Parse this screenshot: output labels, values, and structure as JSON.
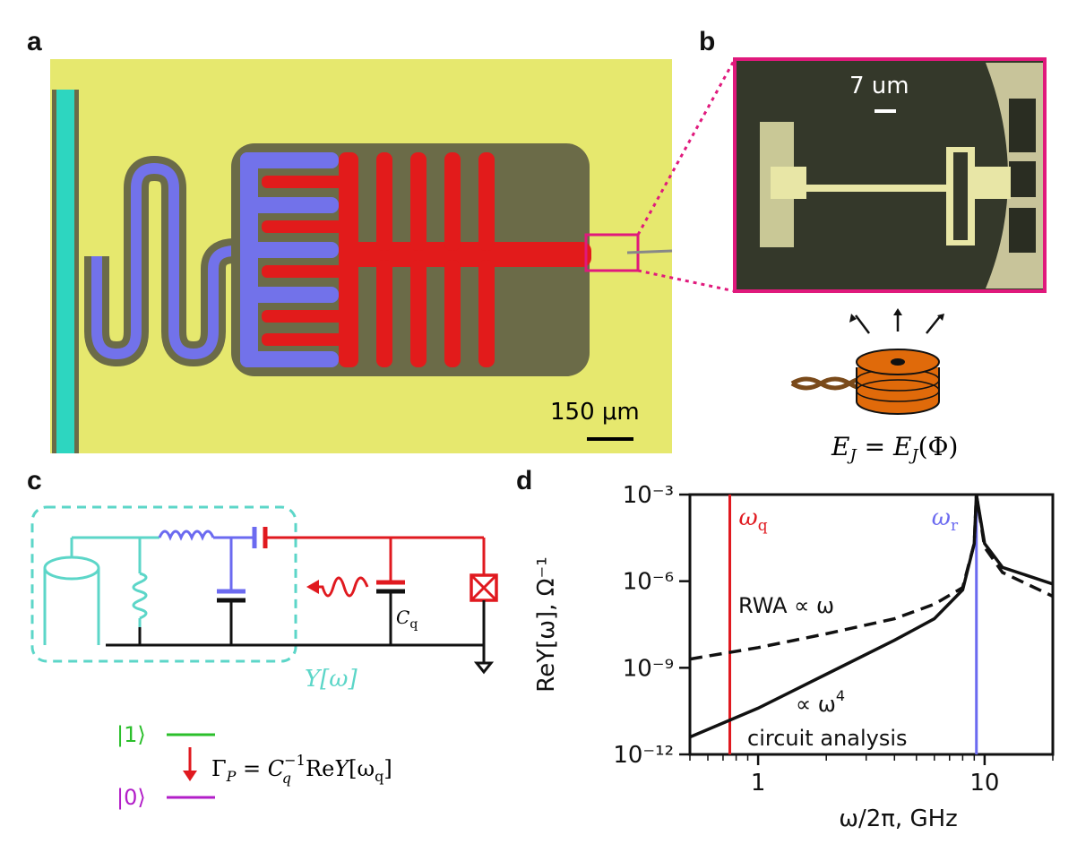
{
  "panels": {
    "a": {
      "letter": "a",
      "scale_bar": "150 μm"
    },
    "b": {
      "letter": "b",
      "scale_bar": "7 um",
      "flux_equation": "E_J = E_J(Φ)",
      "flux_lhs": "E",
      "flux_lhs_sub": "J",
      "flux_eq": " = ",
      "flux_rhs": "E",
      "flux_rhs_sub": "J",
      "flux_arg": "(Φ)"
    },
    "c": {
      "letter": "c",
      "admittance_label": "Y[ω]",
      "capacitor_label": "C",
      "capacitor_sub": "q",
      "state_excited": "|1⟩",
      "state_ground": "|0⟩",
      "rate_equation": "Γ_P = C_q^{-1} ReY[ω_q]",
      "rate_lhs": "Γ",
      "rate_lhs_sub": "P",
      "rate_eq": " = ",
      "rate_c": "C",
      "rate_c_sub": "q",
      "rate_c_sup": "−1",
      "rate_re": "Re",
      "rate_y": "Y",
      "rate_bracket_open": "[ω",
      "rate_bracket_sub": "q",
      "rate_bracket_close": "]"
    },
    "d": {
      "letter": "d"
    }
  },
  "colors": {
    "qubit_red": "#e0191f",
    "resonator_blue": "#6b6af0",
    "feedline_teal": "#5cd6c8",
    "highlight_magenta": "#e0197c",
    "state1_green": "#2bbf2b",
    "state0_purple": "#b21ec8"
  },
  "chart_data": {
    "type": "line",
    "xlabel": "ω/2π, GHz",
    "ylabel": "ReY[ω], Ω⁻¹",
    "xscale": "log",
    "yscale": "log",
    "xlim": [
      0.5,
      20
    ],
    "ylim": [
      1e-12,
      0.001
    ],
    "x_ticks": [
      "1",
      "10"
    ],
    "y_ticks": [
      "10⁻¹²",
      "10⁻⁹",
      "10⁻⁶",
      "10⁻³"
    ],
    "series": [
      {
        "name": "circuit analysis",
        "style": "solid",
        "x": [
          0.5,
          1,
          2,
          4,
          6,
          8,
          9,
          9.2,
          10,
          12,
          20
        ],
        "y": [
          4e-12,
          4e-11,
          6e-10,
          9e-09,
          5e-08,
          5e-07,
          2e-05,
          0.001,
          2e-05,
          3e-06,
          8e-07
        ]
      },
      {
        "name": "RWA",
        "style": "dashed",
        "x": [
          0.5,
          1,
          2,
          4,
          6,
          8,
          9,
          9.2,
          10,
          12,
          20
        ],
        "y": [
          2e-09,
          5e-09,
          1.5e-08,
          5e-08,
          1.6e-07,
          6e-07,
          2e-05,
          0.001,
          1.5e-05,
          2e-06,
          3e-07
        ]
      }
    ],
    "vlines": [
      {
        "label": "ω",
        "sub": "q",
        "x": 0.75,
        "color": "#e0191f"
      },
      {
        "label": "ω",
        "sub": "r",
        "x": 9.2,
        "color": "#6b6af0"
      }
    ],
    "annotations": {
      "rwa": "RWA ∝ ω",
      "omega4": "∝ ω",
      "omega4_sup": "4",
      "circuit": "circuit analysis"
    }
  }
}
